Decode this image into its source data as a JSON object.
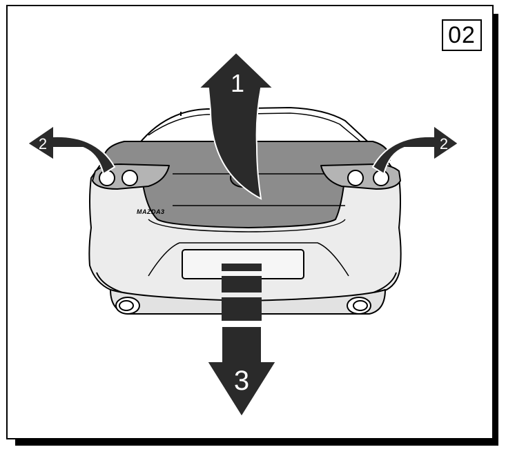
{
  "step_number": "02",
  "brand_badge": "MAZDA3",
  "arrows": {
    "lift_trunk": "1",
    "tail_lamp_left": "2",
    "tail_lamp_right": "2",
    "pull_down": "3"
  },
  "colors": {
    "outline": "#000000",
    "trunk_fill": "#8c8c8c",
    "body_fill": "#ececec",
    "lamp_fill": "#b4b4b4",
    "arrow_fill": "#2a2a2a",
    "shadow": "#000000"
  }
}
